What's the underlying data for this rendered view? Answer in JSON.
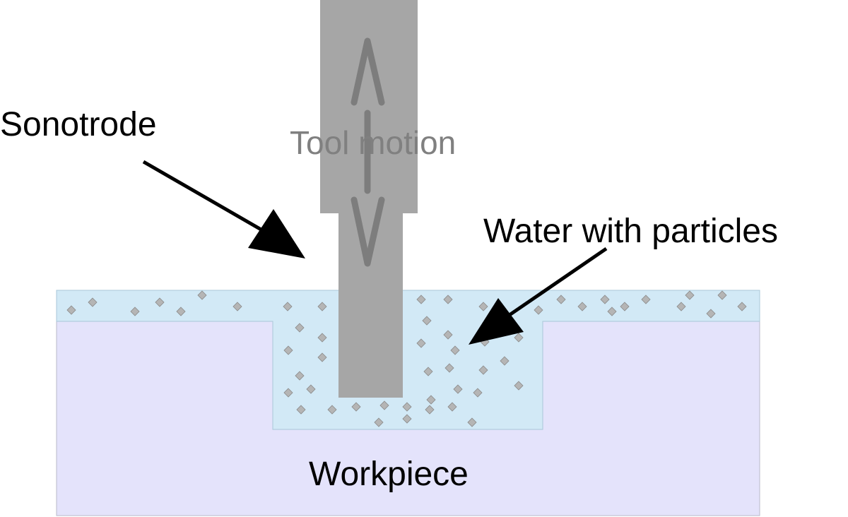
{
  "labels": {
    "sonotrode": "Sonotrode",
    "tool_motion": "Tool motion",
    "water": "Water with particles",
    "workpiece": "Workpiece"
  },
  "colors": {
    "background": "#ffffff",
    "workpiece": "#e4e3fb",
    "water": "#d2e9f6",
    "tool": "#a6a6a6",
    "motion_arrow": "#7d7d7d",
    "pointer_arrow": "#000000",
    "particle": "#b5b5b5"
  }
}
